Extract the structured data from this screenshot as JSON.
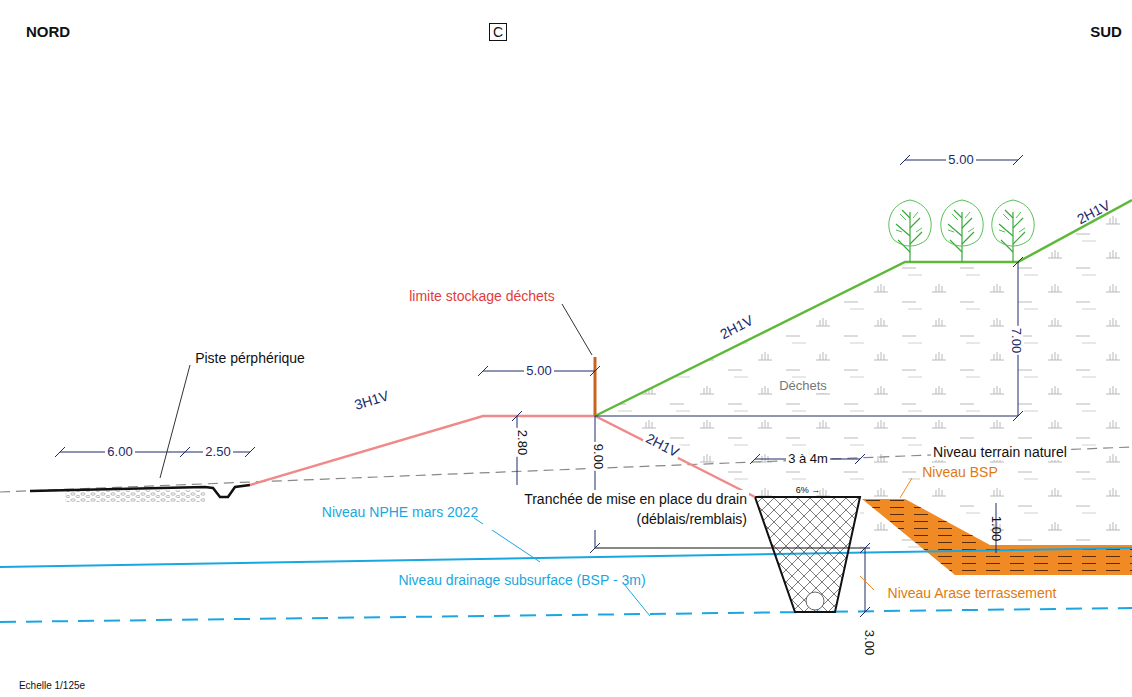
{
  "diagram": {
    "labels": [
      "NORD",
      "C",
      "SUD",
      "5.00",
      "2H1V",
      "limite stockage déchets",
      "2H1V",
      "7.00",
      "Piste pérphérique",
      "5.00",
      "3H1V",
      "Déchets",
      "2.80",
      "9.00",
      "2H1V",
      "6.00",
      "2.50",
      "3 à 4m",
      "Niveau terrain naturel",
      "6% →",
      "Tranchée de mise en place du drain (déblais/remblais)",
      "Niveau BSP",
      "Niveau NPHE mars 2022",
      "1.00",
      "Niveau drainage subsurface (BSP - 3m)",
      "Niveau Arase terrassement",
      "3.00",
      "Echelle 1/125e"
    ]
  }
}
